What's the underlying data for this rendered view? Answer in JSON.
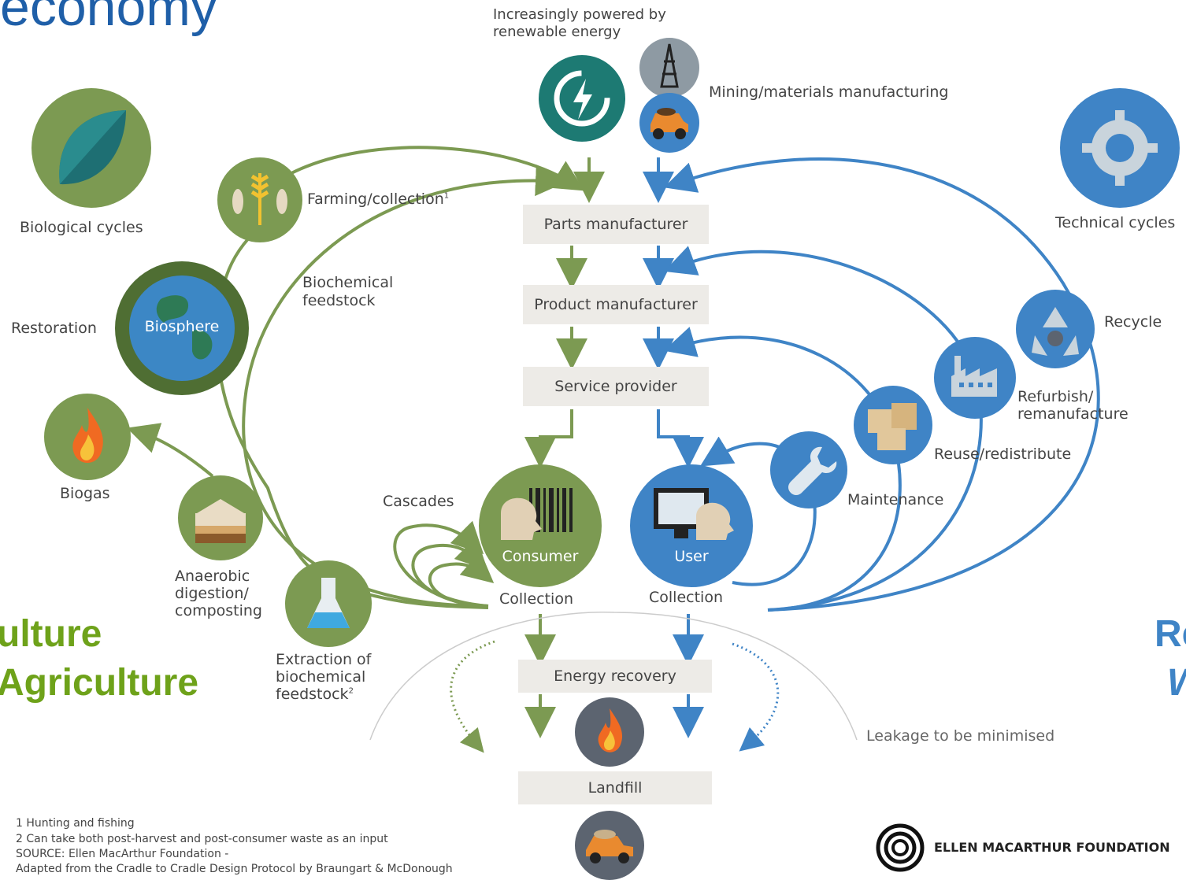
{
  "title_fragment": "economy",
  "left_big_1": "ulture",
  "left_big_2": "Agriculture",
  "right_big_1": "Re",
  "right_big_2": "W",
  "renewable_label": "Increasingly powered by\nrenewable energy",
  "mining_label": "Mining/materials manufacturing",
  "biological_label": "Biological cycles",
  "technical_label": "Technical cycles",
  "farming_label": "Farming/collection",
  "farming_sup": "1",
  "biochemical_feedstock_label": "Biochemical\nfeedstock",
  "restoration_label": "Restoration",
  "biosphere_label": "Biosphere",
  "biogas_label": "Biogas",
  "anaerobic_label": "Anaerobic\ndigestion/\ncomposting",
  "extraction_label": "Extraction of\nbiochemical\nfeedstock",
  "extraction_sup": "2",
  "cascades_label": "Cascades",
  "consumer_label": "Consumer",
  "user_label": "User",
  "collection_left": "Collection",
  "collection_right": "Collection",
  "parts_manufacturer": "Parts manufacturer",
  "product_manufacturer": "Product manufacturer",
  "service_provider": "Service provider",
  "energy_recovery": "Energy recovery",
  "landfill": "Landfill",
  "recycle_label": "Recycle",
  "refurbish_label": "Refurbish/\nremanufacture",
  "reuse_label": "Reuse/redistribute",
  "maintenance_label": "Maintenance",
  "leakage_label": "Leakage to be minimised",
  "footnotes": [
    "1  Hunting and fishing",
    "2  Can take both post-harvest and post-consumer waste as an input",
    "SOURCE: Ellen MacArthur Foundation -",
    "Adapted from the Cradle to Cradle Design Protocol by Braungart & McDonough"
  ],
  "foundation_label": "ELLEN MACARTHUR FOUNDATION",
  "colors": {
    "biological": "#7c9a52",
    "technical": "#3f84c6",
    "box": "#edebe7",
    "title": "#1f5fa8",
    "agri_text": "#6ea21a"
  },
  "icons": {
    "renewable": "lightning-cycle-icon",
    "mining": "oil-derrick-icon",
    "truck": "mining-truck-icon",
    "leaf": "leaf-icon",
    "gear": "gear-icon",
    "farming": "wheat-fish-icon",
    "biosphere": "globe-icon",
    "biogas": "flame-icon",
    "anaerobic": "soil-layers-icon",
    "extraction": "flask-icon",
    "consumer": "barcode-person-icon",
    "user": "computer-person-icon",
    "maintenance": "wrench-icon",
    "reuse": "boxes-icon",
    "refurbish": "factory-icon",
    "recycle": "recycle-icon",
    "energy": "flame-icon",
    "landfill": "dump-truck-icon",
    "foundation": "foundation-logo-icon"
  }
}
